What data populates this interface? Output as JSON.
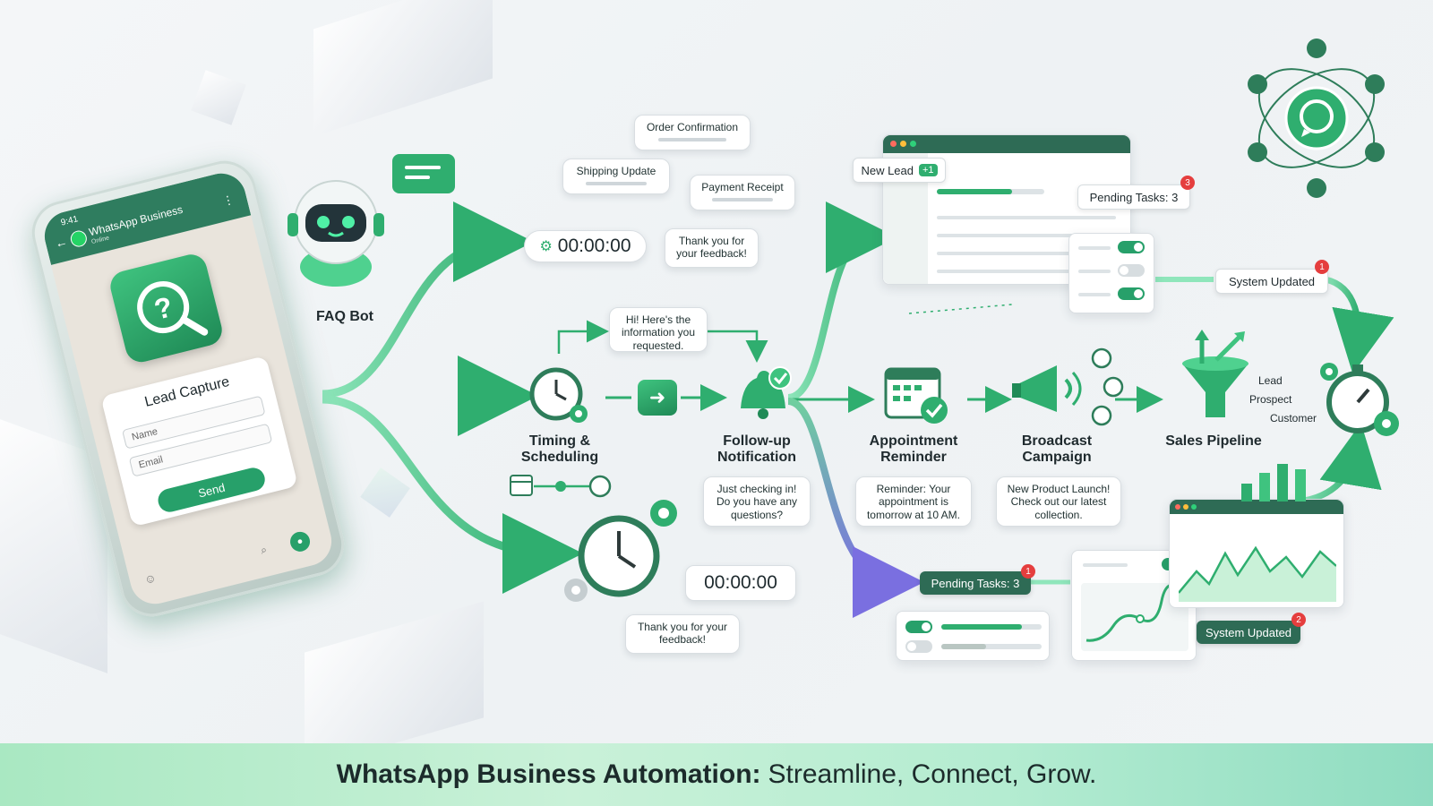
{
  "colors": {
    "brand": "#25a06a",
    "dark_green": "#2e6b55",
    "accent_blue": "#4e7be0",
    "accent_purple": "#7a6fe0",
    "badge_red": "#e53e3e"
  },
  "phone": {
    "time": "9:41",
    "app_name": "WhatsApp Business",
    "app_sub": "Online",
    "lead_title": "Lead Capture",
    "name_placeholder": "Name",
    "email_placeholder": "Email",
    "send_label": "Send"
  },
  "faq_bot": {
    "label": "FAQ Bot"
  },
  "top_branch": {
    "timer": "00:00:00",
    "bubbles": {
      "order": "Order Confirmation",
      "shipping": "Shipping Update",
      "payment": "Payment Receipt",
      "thanks": "Thank you for your feedback!"
    }
  },
  "middle_branch": {
    "info_bubble": "Hi! Here's the information you requested.",
    "timing_label": "Timing & Scheduling",
    "followup_label": "Follow-up Notification",
    "followup_bubble": "Just checking in! Do you have any questions?",
    "appointment_label": "Appointment Reminder",
    "appointment_bubble": "Reminder: Your appointment is tomorrow at 10 AM.",
    "broadcast_label": "Broadcast Campaign",
    "broadcast_bubble": "New Product Launch! Check out our latest collection.",
    "pipeline_label": "Sales Pipeline",
    "funnel_stages": [
      "Lead",
      "Prospect",
      "Customer"
    ]
  },
  "bottom_branch": {
    "timer": "00:00:00",
    "thanks": "Thank you for your feedback!"
  },
  "crm_top": {
    "new_lead": "New Lead",
    "new_lead_badge": "+1",
    "pending": "Pending Tasks: 3",
    "pending_badge": "3",
    "system_updated": "System Updated",
    "system_updated_badge": "1"
  },
  "crm_bottom": {
    "pending": "Pending Tasks: 3",
    "pending_badge": "1",
    "system_updated": "System Updated",
    "system_updated_badge": "2"
  },
  "footer": {
    "bold": "WhatsApp Business Automation:",
    "rest": "Streamline, Connect, Grow."
  }
}
